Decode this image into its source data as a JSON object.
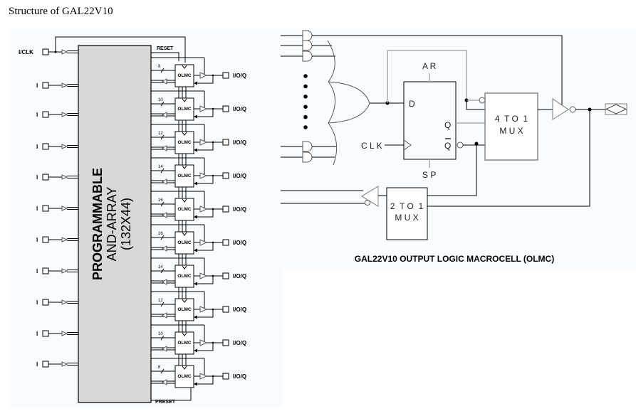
{
  "page": {
    "title": "Structure of GAL22V10"
  },
  "colors": {
    "panel_bg": "#f8fcff",
    "array_fill": "#d8d8d8",
    "line": "#000000",
    "gray_line": "#a0a0a0",
    "mux_fill": "#ffffff",
    "text": "#000000"
  },
  "left_diagram": {
    "array": {
      "line1": "PROGRAMMABLE",
      "line2": "AND-ARRAY",
      "line3": "(132X44)"
    },
    "clk_input_label": "I/CLK",
    "input_label": "I",
    "input_count": 11,
    "reset_label": "RESET",
    "preset_label": "PRESET",
    "olmc_label": "OLMC",
    "output_label": "I/O/Q",
    "product_terms": [
      8,
      10,
      12,
      14,
      16,
      16,
      14,
      12,
      10,
      8
    ]
  },
  "right_diagram": {
    "title": "GAL22V10 OUTPUT LOGIC MACROCELL (OLMC)",
    "flipflop": {
      "d_label": "D",
      "q_label": "Q",
      "qbar_label": "Q",
      "ar_label": "A R",
      "sp_label": "S P",
      "clk_label": "C L K"
    },
    "mux4": {
      "line1": "4  T O  1",
      "line2": "M U X"
    },
    "mux2": {
      "line1": "2  T O  1",
      "line2": "M U X"
    },
    "dots_count": 6
  }
}
